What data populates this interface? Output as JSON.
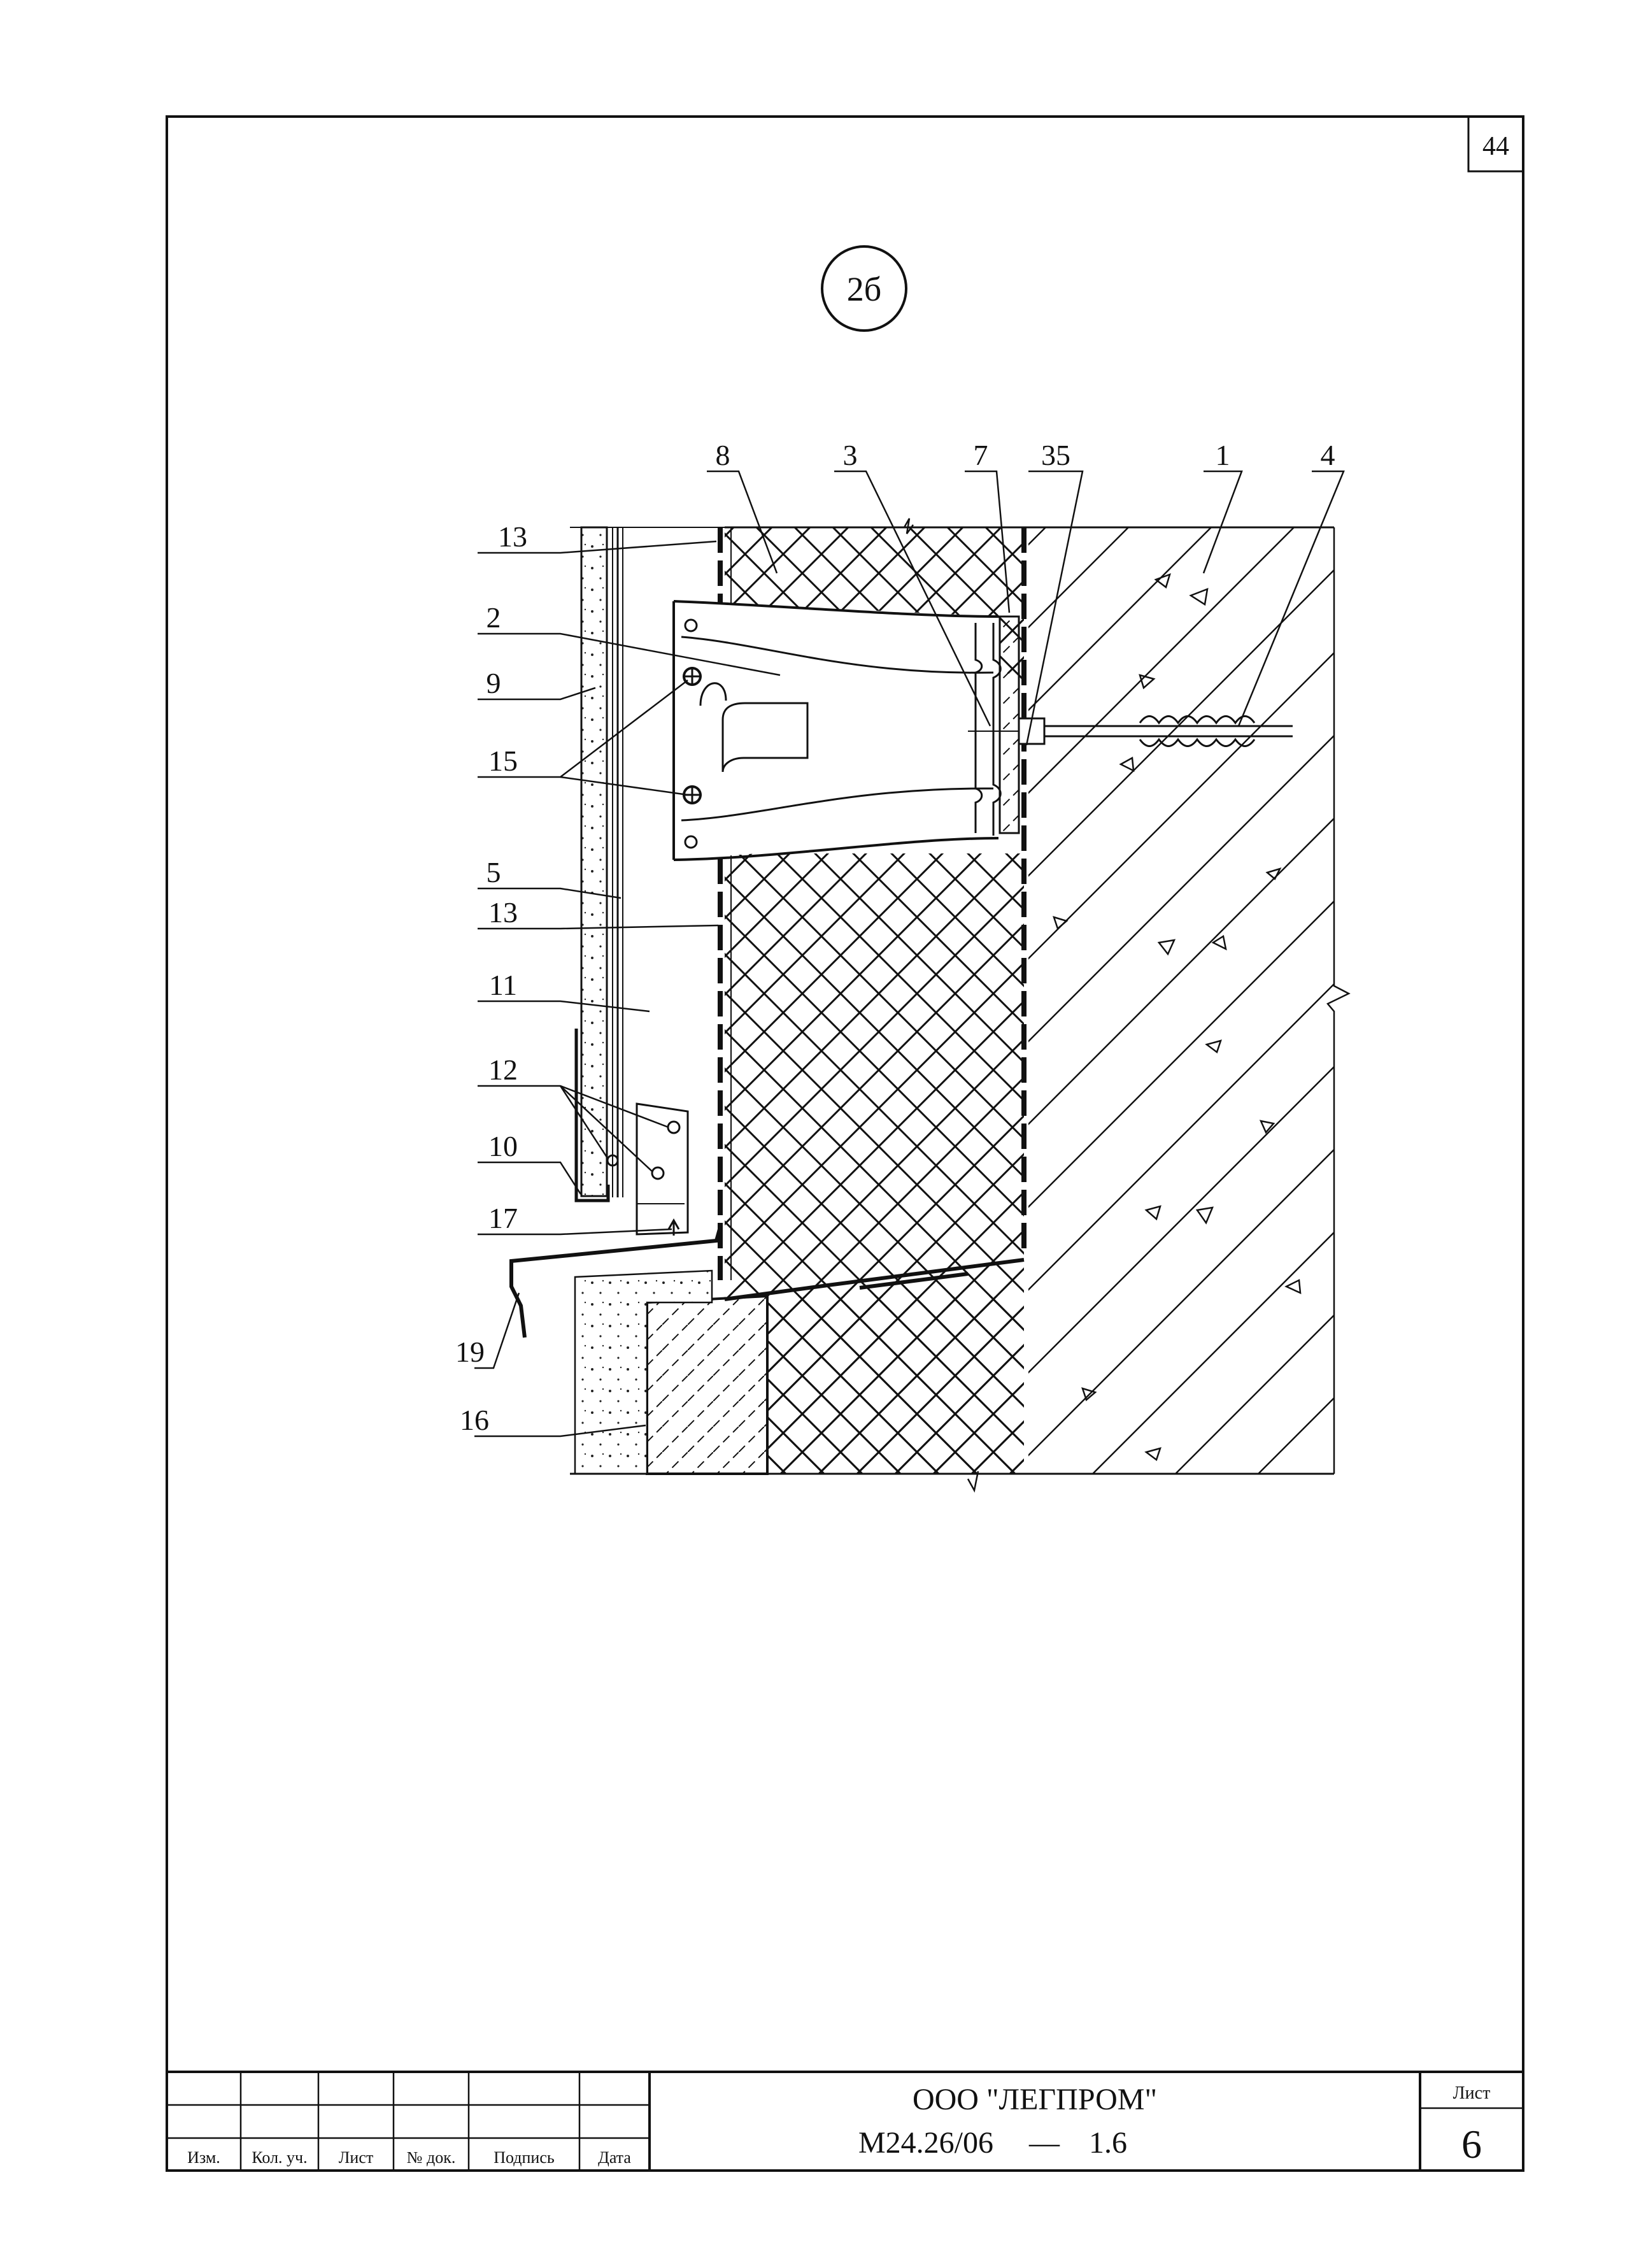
{
  "sheet": {
    "page_number": "44",
    "detail_mark": "2б"
  },
  "callouts": {
    "c1": "1",
    "c2": "2",
    "c3": "3",
    "c4": "4",
    "c5": "5",
    "c7": "7",
    "c8": "8",
    "c9": "9",
    "c10": "10",
    "c11": "11",
    "c12": "12",
    "c13_top": "13",
    "c13_mid": "13",
    "c15": "15",
    "c16": "16",
    "c17": "17",
    "c19": "19",
    "c35": "35"
  },
  "title_block": {
    "columns": [
      "Изм.",
      "Кол. уч.",
      "Лист",
      "№ док.",
      "Подпись",
      "Дата"
    ],
    "organization": "ООО \"ЛЕГПРОМ\"",
    "document_code": "М24.26/06",
    "dash": "—",
    "section": "1.6",
    "sheet_label": "Лист",
    "sheet_number": "6"
  }
}
